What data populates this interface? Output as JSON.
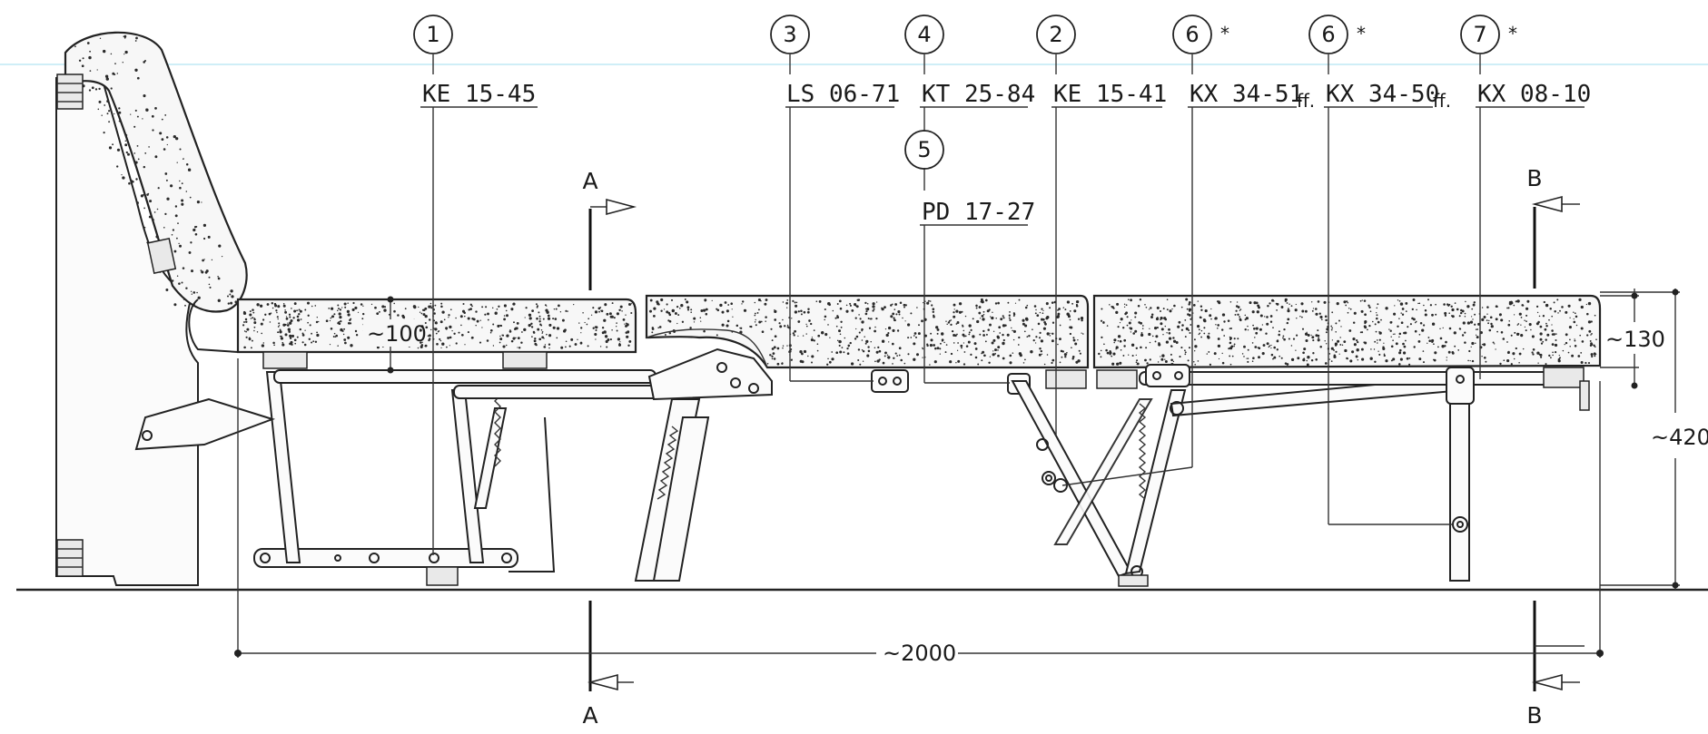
{
  "callouts": [
    {
      "number": "1",
      "code": "KE 15-45",
      "suffix": "",
      "star": ""
    },
    {
      "number": "3",
      "code": "LS 06-71",
      "suffix": "",
      "star": ""
    },
    {
      "number": "4",
      "code": "KT 25-84",
      "suffix": "",
      "star": ""
    },
    {
      "number": "5",
      "code": "PD 17-27",
      "suffix": "",
      "star": ""
    },
    {
      "number": "2",
      "code": "KE 15-41",
      "suffix": "",
      "star": ""
    },
    {
      "number": "6",
      "code": "KX 34-51",
      "suffix": "ff.",
      "star": "*"
    },
    {
      "number": "6",
      "code": "KX 34-50",
      "suffix": "ff.",
      "star": "*"
    },
    {
      "number": "7",
      "code": "KX 08-10",
      "suffix": "",
      "star": "*"
    }
  ],
  "dimensions": {
    "cushion_thickness": "~100",
    "mattress_thickness": "~130",
    "overall_height": "~420",
    "overall_length": "~2000"
  },
  "sections": {
    "a": "A",
    "b": "B"
  },
  "colors": {
    "line": "#222222",
    "foam": "#f7f7f7",
    "guide": "#bfe6f2"
  }
}
